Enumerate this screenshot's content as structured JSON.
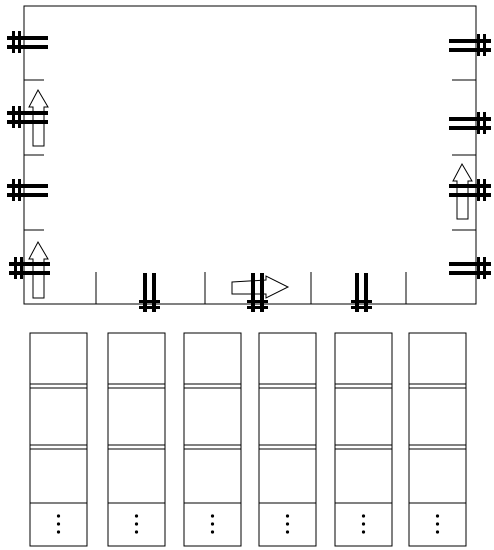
{
  "diagram": {
    "stroke_color": "#000000",
    "background_color": "#ffffff",
    "icon_names": [
      "double-bar-marker-icon",
      "arrow-marker-icon",
      "ellipsis-icon"
    ],
    "top_panel": {
      "left_side_markers": 4,
      "right_side_markers": 4,
      "bottom_side_markers": 3,
      "left_side_arrows": [
        "up",
        "up"
      ],
      "right_side_arrows": [
        "up"
      ],
      "bottom_side_arrows": [
        "right"
      ]
    },
    "columns": [
      {
        "id": "column-1",
        "cells": 3,
        "continued": true
      },
      {
        "id": "column-2",
        "cells": 3,
        "continued": true
      },
      {
        "id": "column-3",
        "cells": 3,
        "continued": true
      },
      {
        "id": "column-4",
        "cells": 3,
        "continued": true
      },
      {
        "id": "column-5",
        "cells": 3,
        "continued": true
      },
      {
        "id": "column-6",
        "cells": 3,
        "continued": true
      }
    ]
  }
}
